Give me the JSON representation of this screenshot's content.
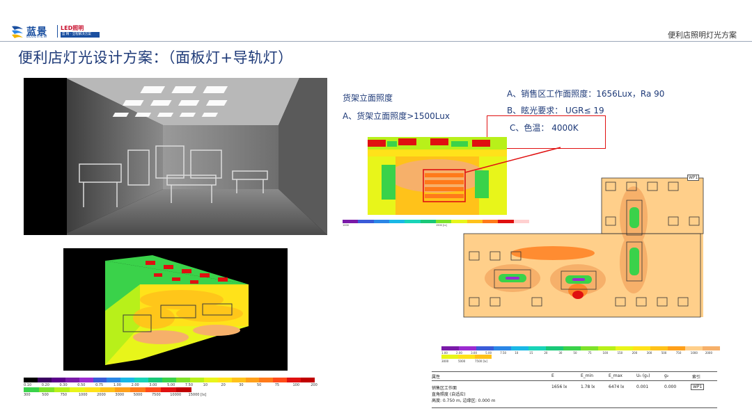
{
  "logo": {
    "brand_cn": "蓝景",
    "brand_en": "BLUEVIEW",
    "product": "LED照明",
    "slogan": "蓝 精 · 全程解决方案"
  },
  "header": {
    "right_title": "便利店照明灯光方案"
  },
  "slide_title": "便利店灯光设计方案：（面板灯+导轨灯）",
  "annotations": {
    "shelf_title": "货架立面照度",
    "shelf_requirement": "A、货架立面照度>1500Lux",
    "req_a": "A、销售区工作面照度：1656Lux，Ra 90",
    "req_b": "B、眩光要求： UGR≤ 19",
    "req_c": "C、色温： 4000K"
  },
  "legend_left": {
    "colors": [
      "#000000",
      "#3a0060",
      "#5a008a",
      "#7a1aa8",
      "#9b2bd0",
      "#3a5bd8",
      "#2b86e6",
      "#1ab8e6",
      "#19d4b8",
      "#19c878",
      "#3ad24a",
      "#7ee22a",
      "#b8f01a",
      "#e8f51a",
      "#ffe21a",
      "#ffc21a",
      "#ffa01a",
      "#ff7a1a",
      "#ff4a1a",
      "#e01010",
      "#c00000",
      "#ffffff"
    ],
    "labels_row1": [
      "0.10",
      "0.20",
      "0.30",
      "0.50",
      "0.75",
      "1.00",
      "2.00",
      "3.00",
      "5.00",
      "7.50",
      "10",
      "20",
      "30",
      "50",
      "75",
      "100",
      "200"
    ],
    "labels_row2": [
      "300",
      "500",
      "750",
      "1000",
      "2000",
      "3000",
      "5000",
      "7500",
      "10000",
      "15000 [lx]"
    ]
  },
  "legend_mid": {
    "colors": [
      "#7a1aa8",
      "#3a5bd8",
      "#2b86e6",
      "#1ab8e6",
      "#19d4b8",
      "#19c878",
      "#7ee22a",
      "#e8f51a",
      "#ffc21a",
      "#ff7a1a",
      "#e01010",
      "#ffd0d0"
    ],
    "labels": [
      "1000",
      "1500 [lx]"
    ]
  },
  "legend_right": {
    "colors": [
      "#7a1aa8",
      "#9b2bd0",
      "#3a5bd8",
      "#2b86e6",
      "#1ab8e6",
      "#19d4b8",
      "#19c878",
      "#3ad24a",
      "#7ee22a",
      "#b8f01a",
      "#e8f51a",
      "#ffe21a",
      "#ffc21a",
      "#ffa01a",
      "#ffcf8a",
      "#f6b06a"
    ],
    "labels_row1": [
      "1.00",
      "2.00",
      "3.00",
      "5.00",
      "7.50",
      "10",
      "15",
      "20",
      "30",
      "50",
      "75",
      "100",
      "150",
      "200",
      "300",
      "500",
      "750",
      "1000",
      "2000"
    ],
    "labels_row2": [
      "3000",
      "5000",
      "7500 [lx]"
    ]
  },
  "floor_plan": {
    "badge": "WP1"
  },
  "stats": {
    "headers": [
      "属性",
      "E",
      "E_min",
      "E_max",
      "U₀ (g₁)",
      "g₂",
      "索引"
    ],
    "row": {
      "name": "销售区工作面",
      "sub1": "直角照度 (自适应)",
      "sub2": "高度: 0.750 m, 边缘区: 0.000 m",
      "e": "1656 lx",
      "emin": "1.78 lx",
      "emax": "6474 lx",
      "u0": "0.001",
      "g2": "0.000",
      "index": "WP1"
    }
  }
}
